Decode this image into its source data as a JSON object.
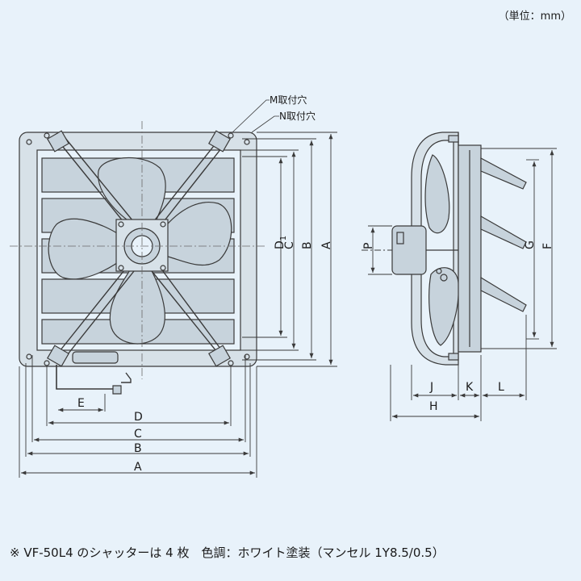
{
  "unit_note": "（単位：mm）",
  "callouts": {
    "m": "M取付穴",
    "n": "N取付穴"
  },
  "dims": {
    "A": "A",
    "B": "B",
    "C": "C",
    "D": "D",
    "D1": "D",
    "D1_sub": "1",
    "E": "E",
    "F": "F",
    "G": "G",
    "H": "H",
    "J": "J",
    "K": "K",
    "L": "L",
    "P": "P"
  },
  "footnote": "※ VF-50L4 のシャッターは 4 枚　色調：ホワイト塗装（マンセル 1Y8.5/0.5）",
  "colors": {
    "background": "#e8f2fa",
    "line": "#3a3a3a",
    "part_fill": "#c7d3dc",
    "frame_fill": "#d7e1e8"
  }
}
